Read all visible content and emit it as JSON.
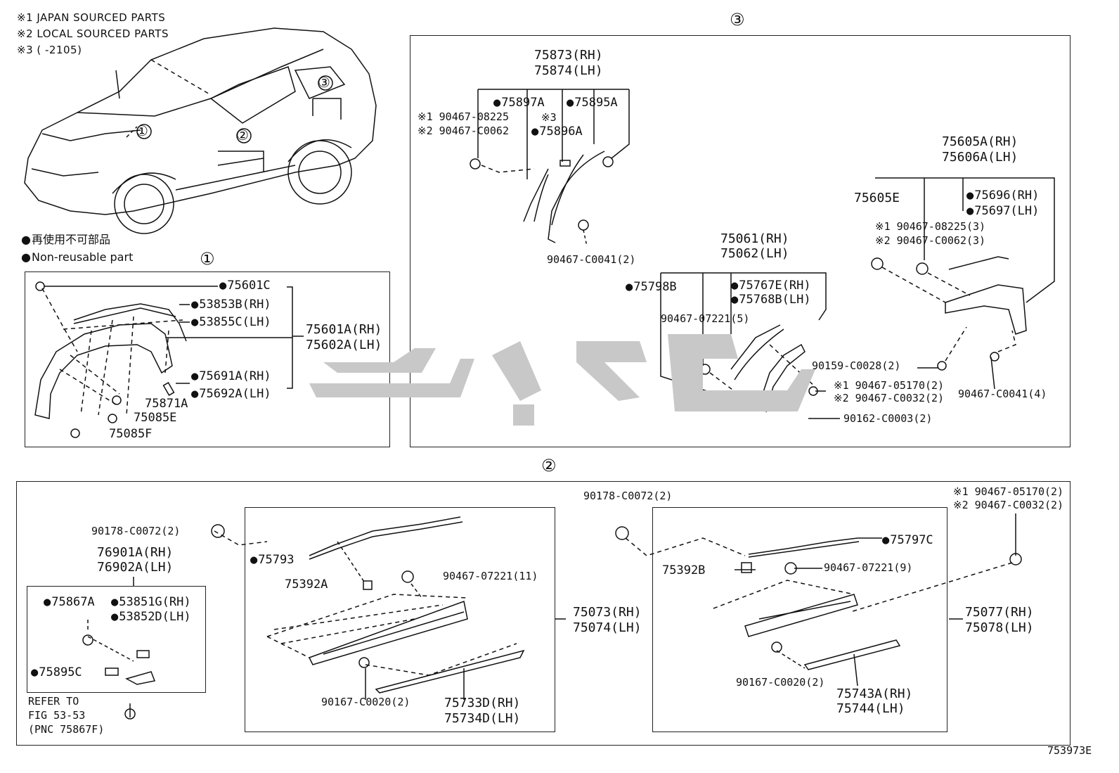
{
  "header": {
    "note1": "※1 JAPAN SOURCED PARTS",
    "note2": "※2 LOCAL SOURCED PARTS",
    "note3": "※3 (     -2105)"
  },
  "legend": {
    "jp": "再使用不可部品",
    "en": "Non-reusable part"
  },
  "callouts": {
    "c1": "①",
    "c2": "②",
    "c3": "③"
  },
  "car": {
    "c1": "①",
    "c2": "②",
    "c3": "③"
  },
  "section1": {
    "p75601C": "75601C",
    "p53853B": "53853B(RH)",
    "p53855C": "53855C(LH)",
    "p75601A": "75601A(RH)",
    "p75602A": "75602A(LH)",
    "p75691A": "75691A(RH)",
    "p75692A": "75692A(LH)",
    "p75871A": "75871A",
    "p75085E": "75085E",
    "p75085F": "75085F"
  },
  "section3": {
    "p75873": "75873(RH)",
    "p75874": "75874(LH)",
    "p75897A": "75897A",
    "p75895A": "75895A",
    "n1_08225": "※1 90467-08225",
    "n2_C0062": "※2 90467-C0062",
    "n3": "※3",
    "p75896A": "75896A",
    "p90467C0041_2": "90467-C0041(2)",
    "p75605A": "75605A(RH)",
    "p75606A": "75606A(LH)",
    "p75605E": "75605E",
    "p75696": "75696(RH)",
    "p75697": "75697(LH)",
    "n1_08225_3": "※1 90467-08225(3)",
    "n2_C0062_3": "※2 90467-C0062(3)",
    "p75061": "75061(RH)",
    "p75062": "75062(LH)",
    "p75798B": "75798B",
    "p75767E": "75767E(RH)",
    "p75768B": "75768B(LH)",
    "p90467_07221_5": "90467-07221(5)",
    "p90159": "90159-C0028(2)",
    "n1_05170": "※1 90467-05170(2)",
    "n2_C0032": "※2 90467-C0032(2)",
    "p90467C0041_4": "90467-C0041(4)",
    "p90162": "90162-C0003(2)"
  },
  "section2": {
    "p90178_left": "90178-C0072(2)",
    "p76901A": "76901A(RH)",
    "p76902A": "76902A(LH)",
    "p75867A": "75867A",
    "p53851G": "53851G(RH)",
    "p53852D": "53852D(LH)",
    "p75895C": "75895C",
    "refer1": "REFER TO",
    "refer2": "FIG 53-53",
    "refer3": "(PNC 75867F)",
    "p75793": "75793",
    "p75392A": "75392A",
    "p90467_07221_11": "90467-07221(11)",
    "p75073": "75073(RH)",
    "p75074": "75074(LH)",
    "p90167_left": "90167-C0020(2)",
    "p75733D": "75733D(RH)",
    "p75734D": "75734D(LH)",
    "p90178_right": "90178-C0072(2)",
    "n1_05170_r": "※1 90467-05170(2)",
    "n2_C0032_r": "※2 90467-C0032(2)",
    "p75797C": "75797C",
    "p75392B": "75392B",
    "p90467_07221_9": "90467-07221(9)",
    "p75077": "75077(RH)",
    "p75078": "75078(LH)",
    "p90167_right": "90167-C0020(2)",
    "p75743A": "75743A(RH)",
    "p75744": "75744(LH)"
  },
  "footer": {
    "figure_id": "753973E"
  },
  "colors": {
    "ink": "#111111",
    "watermark": "#c8c8c8"
  }
}
